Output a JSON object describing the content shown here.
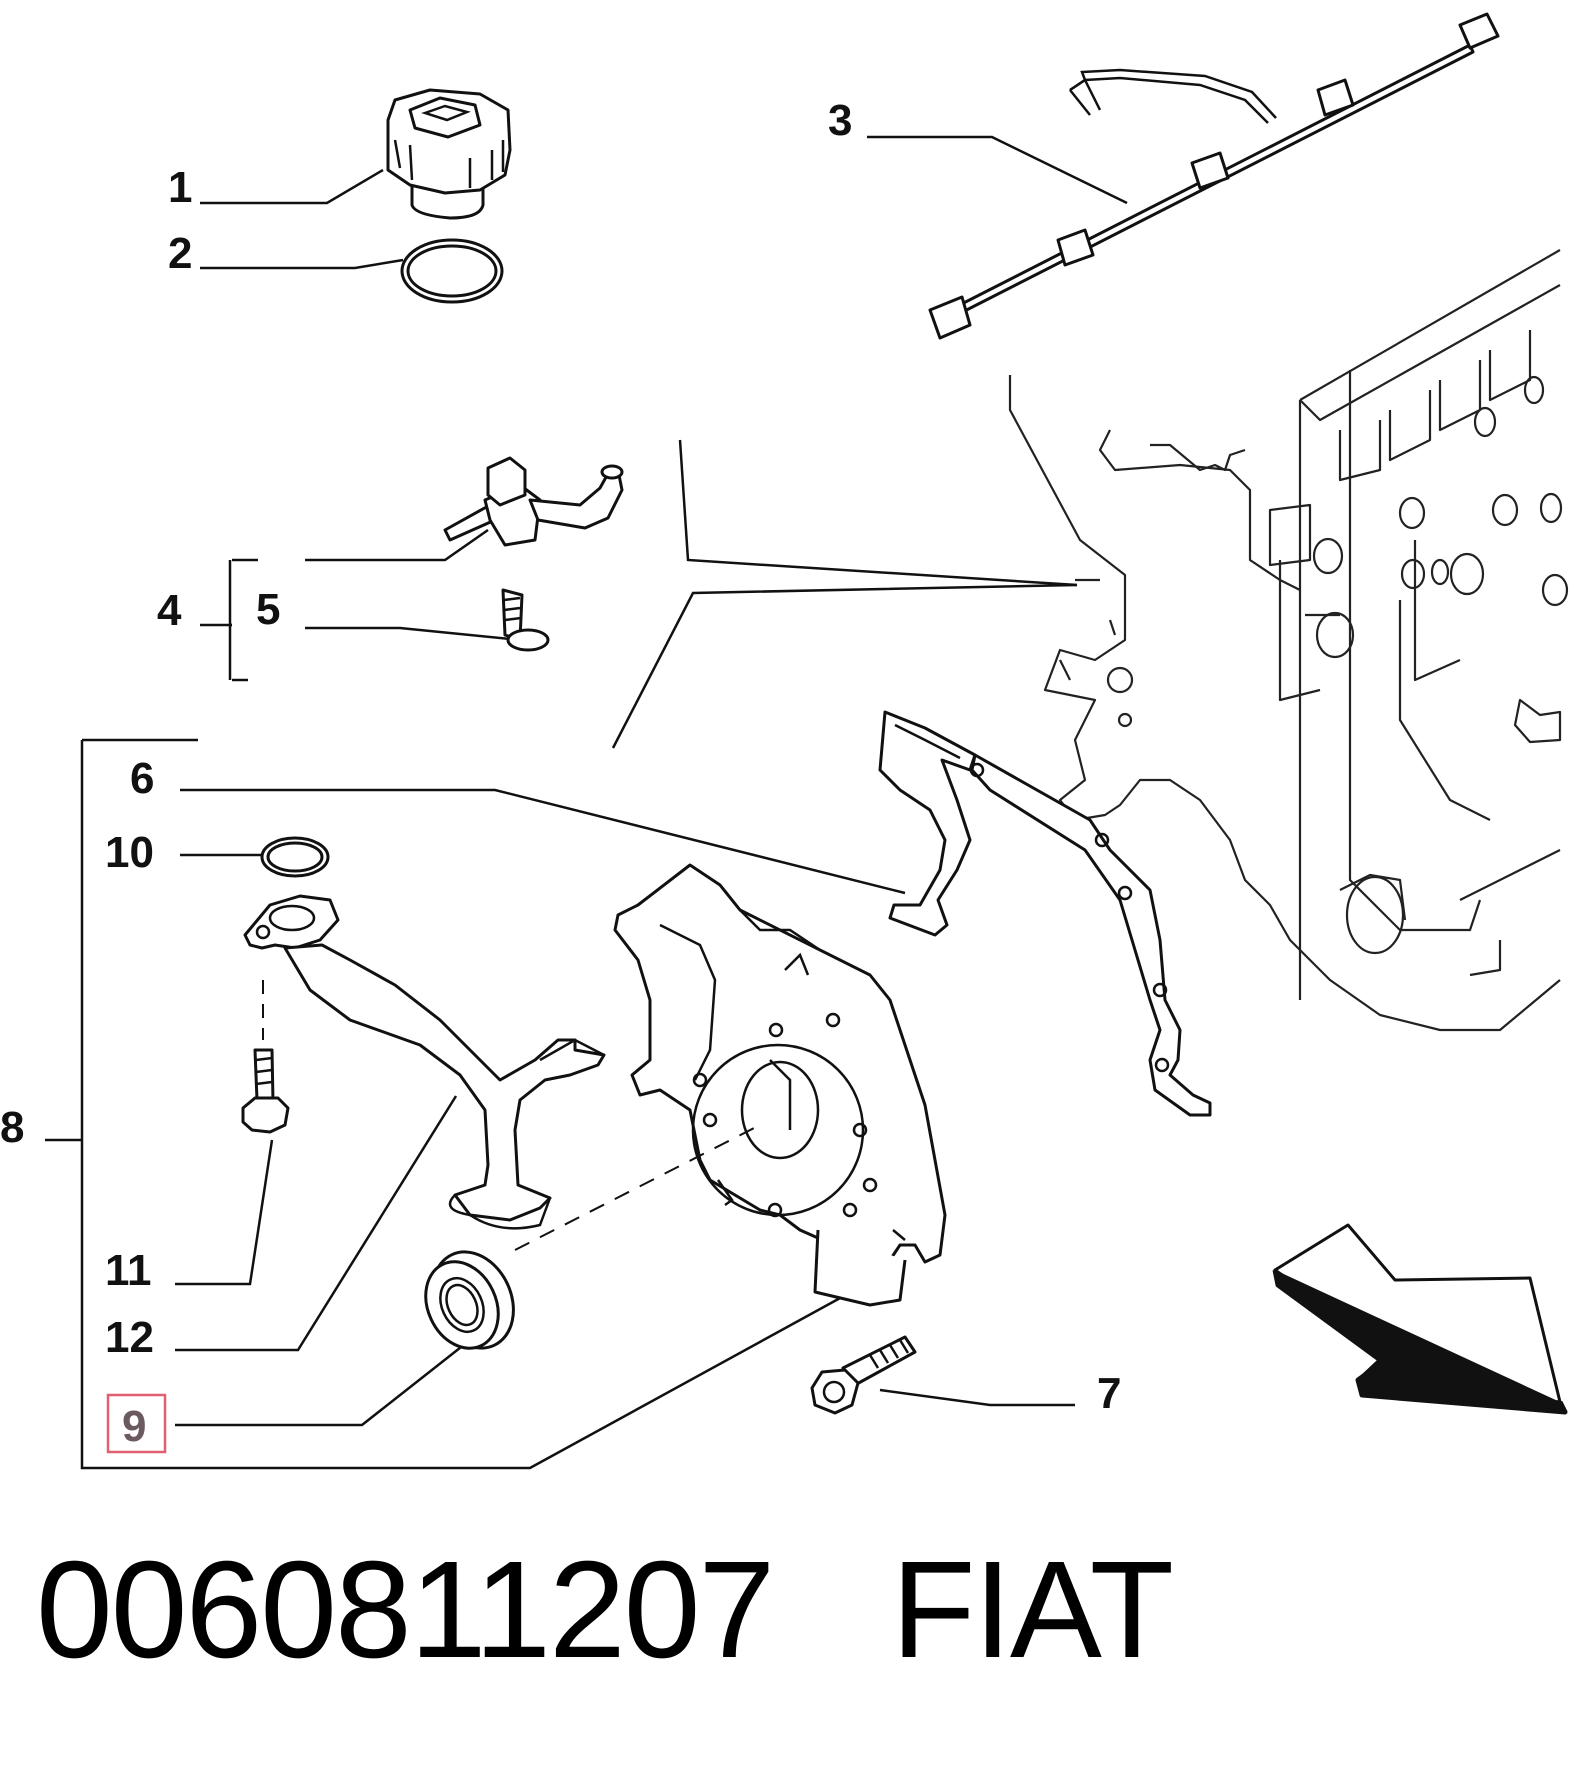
{
  "callouts": {
    "c1": "1",
    "c2": "2",
    "c3": "3",
    "c4": "4",
    "c5": "5",
    "c6": "6",
    "c7": "7",
    "c8": "8",
    "c9": "9",
    "c10": "10",
    "c11": "11",
    "c12": "12"
  },
  "highlight": {
    "callout": "9",
    "color": "#e06070"
  },
  "caption": {
    "part_number": "0060811207",
    "brand": "FIAT"
  },
  "icons": {
    "direction_arrow": "front-arrow-icon"
  }
}
